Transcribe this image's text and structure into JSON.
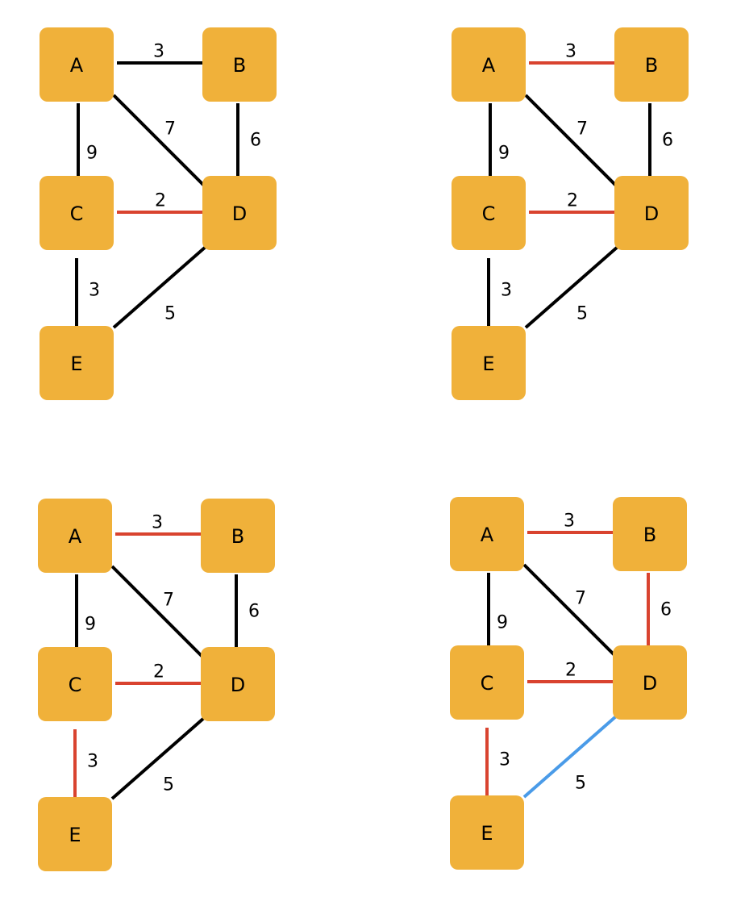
{
  "colors": {
    "node_fill": "#F0B13A",
    "edge_default": "#000000",
    "edge_selected": "#D9432F",
    "edge_considered": "#4A9BE8"
  },
  "nodes": [
    "A",
    "B",
    "C",
    "D",
    "E"
  ],
  "edges": [
    {
      "from": "A",
      "to": "B",
      "weight": "3"
    },
    {
      "from": "A",
      "to": "C",
      "weight": "9"
    },
    {
      "from": "A",
      "to": "D",
      "weight": "7"
    },
    {
      "from": "B",
      "to": "D",
      "weight": "6"
    },
    {
      "from": "C",
      "to": "D",
      "weight": "2"
    },
    {
      "from": "C",
      "to": "E",
      "weight": "3"
    },
    {
      "from": "D",
      "to": "E",
      "weight": "5"
    }
  ],
  "panels": [
    {
      "edge_states": [
        "default",
        "default",
        "default",
        "default",
        "selected",
        "default",
        "default"
      ]
    },
    {
      "edge_states": [
        "selected",
        "default",
        "default",
        "default",
        "selected",
        "default",
        "default"
      ]
    },
    {
      "edge_states": [
        "selected",
        "default",
        "default",
        "default",
        "selected",
        "selected",
        "default"
      ]
    },
    {
      "edge_states": [
        "selected",
        "default",
        "default",
        "selected",
        "selected",
        "selected",
        "considered"
      ]
    }
  ]
}
